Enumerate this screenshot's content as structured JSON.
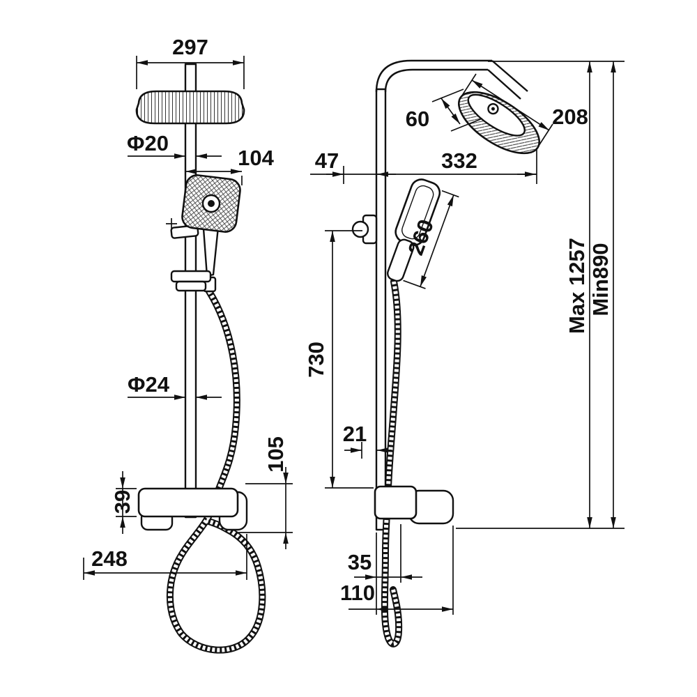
{
  "figure": {
    "background": "#ffffff",
    "line_color": "#111111"
  },
  "front_view": {
    "dim_head_width": "297",
    "dim_pipe_dia_upper": "Φ20",
    "dim_hand_shower_offset": "104",
    "dim_pipe_dia_lower": "Φ24",
    "dim_spout_drop": "105",
    "dim_mixer_height": "39",
    "dim_mixer_width": "248"
  },
  "side_view": {
    "dim_head_thickness": "60",
    "dim_head_diameter": "208",
    "dim_pipe_offset": "47",
    "dim_head_reach": "332",
    "dim_hand_shower_length": "260",
    "dim_riser_length": "730",
    "dim_bracket_offset": "21",
    "dim_overall_max": "Max 1257",
    "dim_overall_min": "Min890",
    "dim_spout_width": "35",
    "dim_spout_reach": "110"
  }
}
